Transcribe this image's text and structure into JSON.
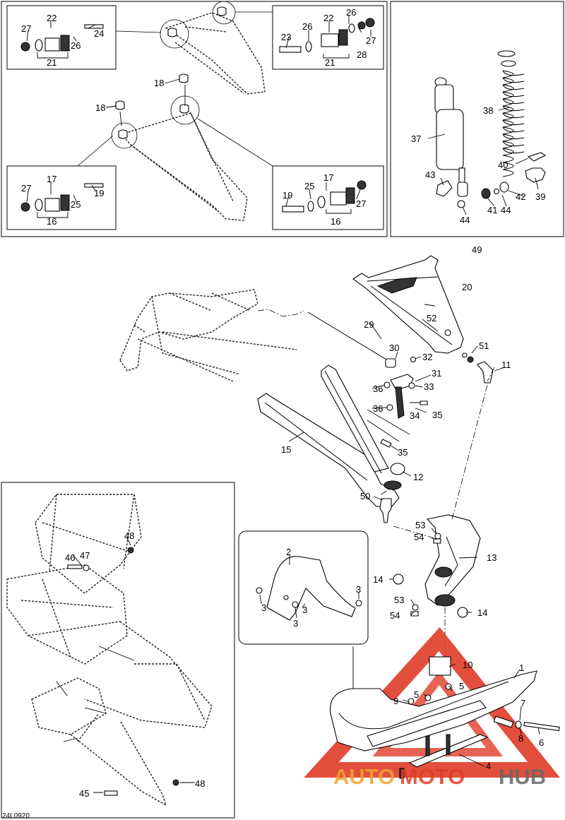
{
  "diagram_code": "24L0920",
  "watermark": {
    "part1": "AUTO",
    "part2": "MOTO",
    "part3": "HUB",
    "color_orange": "#f0a330",
    "color_red": "#e03c28",
    "color_gray": "#666666"
  },
  "callouts": {
    "c1": "1",
    "c2": "2",
    "c3": "3",
    "c4": "4",
    "c5": "5",
    "c6": "6",
    "c7": "7",
    "c8": "8",
    "c9": "9",
    "c10": "10",
    "c11": "11",
    "c12": "12",
    "c13": "13",
    "c14": "14",
    "c15": "15",
    "c16": "16",
    "c17": "17",
    "c18": "18",
    "c19": "19",
    "c20": "20",
    "c21": "21",
    "c22": "22",
    "c23": "23",
    "c24": "24",
    "c25": "25",
    "c26": "26",
    "c27": "27",
    "c28": "28",
    "c29": "29",
    "c30": "30",
    "c31": "31",
    "c32": "32",
    "c33": "33",
    "c34": "34",
    "c35": "35",
    "c36": "36",
    "c37": "37",
    "c38": "38",
    "c39": "39",
    "c40": "40",
    "c41": "41",
    "c42": "42",
    "c43": "43",
    "c44": "44",
    "c45": "45",
    "c46": "46",
    "c47": "47",
    "c48": "48",
    "c49": "49",
    "c50": "50",
    "c51": "51",
    "c52": "52",
    "c53": "53",
    "c54": "54"
  }
}
